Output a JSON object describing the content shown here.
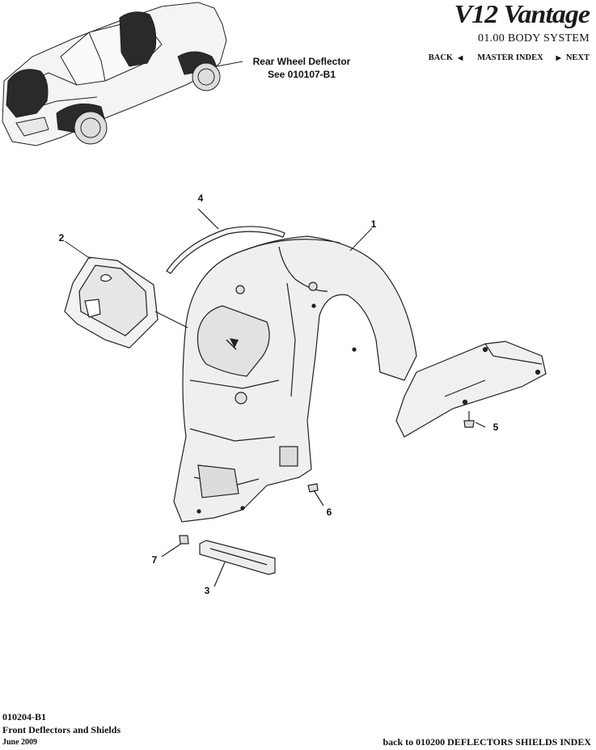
{
  "header": {
    "brand": "V12 Vantage",
    "system_title": "01.00 BODY SYSTEM",
    "nav": {
      "back": "BACK",
      "master_index": "MASTER INDEX",
      "next": "NEXT"
    }
  },
  "overview": {
    "callout_line1": "Rear Wheel Deflector",
    "callout_line2": "See 010107-B1"
  },
  "parts": [
    {
      "num": "1"
    },
    {
      "num": "2"
    },
    {
      "num": "3"
    },
    {
      "num": "4"
    },
    {
      "num": "5"
    },
    {
      "num": "6"
    },
    {
      "num": "7"
    }
  ],
  "footer": {
    "code": "010204-B1",
    "title": "Front Deflectors and Shields",
    "date": "June 2009",
    "back_link": "back to 010200 DEFLECTORS SHIELDS INDEX"
  },
  "icons": {
    "back": "triangle-left-icon",
    "next": "triangle-right-icon"
  }
}
